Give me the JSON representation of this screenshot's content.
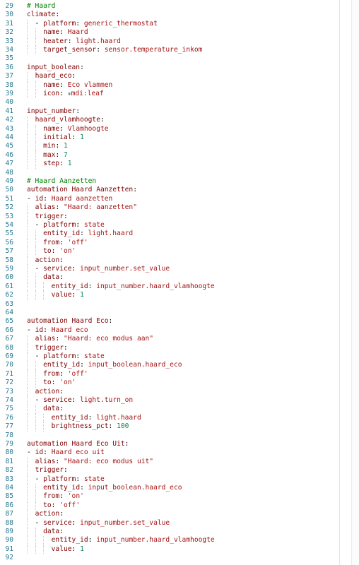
{
  "editor": {
    "lines": [
      {
        "n": "29",
        "t": [
          [
            "c",
            "# Haard"
          ]
        ]
      },
      {
        "n": "30",
        "t": [
          [
            "k",
            "climate"
          ],
          [
            "p",
            ":"
          ]
        ]
      },
      {
        "n": "31",
        "t": [
          [
            "p",
            "  - "
          ],
          [
            "k",
            "platform"
          ],
          [
            "p",
            ": "
          ],
          [
            "s",
            "generic_thermostat"
          ]
        ]
      },
      {
        "n": "32",
        "t": [
          [
            "p",
            "    "
          ],
          [
            "k",
            "name"
          ],
          [
            "p",
            ": "
          ],
          [
            "s",
            "Haard"
          ]
        ]
      },
      {
        "n": "33",
        "t": [
          [
            "p",
            "    "
          ],
          [
            "k",
            "heater"
          ],
          [
            "p",
            ": "
          ],
          [
            "s",
            "light.haard"
          ]
        ]
      },
      {
        "n": "34",
        "t": [
          [
            "p",
            "    "
          ],
          [
            "k",
            "target_sensor"
          ],
          [
            "p",
            ": "
          ],
          [
            "s",
            "sensor.temperature_inkom"
          ]
        ]
      },
      {
        "n": "35",
        "t": []
      },
      {
        "n": "36",
        "t": [
          [
            "k",
            "input_boolean"
          ],
          [
            "p",
            ":"
          ]
        ]
      },
      {
        "n": "37",
        "t": [
          [
            "p",
            "  "
          ],
          [
            "k",
            "haard_eco"
          ],
          [
            "p",
            ":"
          ]
        ]
      },
      {
        "n": "38",
        "t": [
          [
            "p",
            "    "
          ],
          [
            "k",
            "name"
          ],
          [
            "p",
            ": "
          ],
          [
            "s",
            "Eco vlammen"
          ]
        ]
      },
      {
        "n": "39",
        "t": [
          [
            "p",
            "    "
          ],
          [
            "k",
            "icon"
          ],
          [
            "p",
            ": "
          ],
          [
            "s",
            "mdi:leaf"
          ]
        ],
        "leaf": true
      },
      {
        "n": "40",
        "t": []
      },
      {
        "n": "41",
        "t": [
          [
            "k",
            "input_number"
          ],
          [
            "p",
            ":"
          ]
        ]
      },
      {
        "n": "42",
        "t": [
          [
            "p",
            "  "
          ],
          [
            "k",
            "haard_vlamhoogte"
          ],
          [
            "p",
            ":"
          ]
        ]
      },
      {
        "n": "43",
        "t": [
          [
            "p",
            "    "
          ],
          [
            "k",
            "name"
          ],
          [
            "p",
            ": "
          ],
          [
            "s",
            "Vlamhoogte"
          ]
        ]
      },
      {
        "n": "44",
        "t": [
          [
            "p",
            "    "
          ],
          [
            "k",
            "initial"
          ],
          [
            "p",
            ": "
          ],
          [
            "n",
            "1"
          ]
        ]
      },
      {
        "n": "45",
        "t": [
          [
            "p",
            "    "
          ],
          [
            "k",
            "min"
          ],
          [
            "p",
            ": "
          ],
          [
            "n",
            "1"
          ]
        ]
      },
      {
        "n": "46",
        "t": [
          [
            "p",
            "    "
          ],
          [
            "k",
            "max"
          ],
          [
            "p",
            ": "
          ],
          [
            "n",
            "7"
          ]
        ]
      },
      {
        "n": "47",
        "t": [
          [
            "p",
            "    "
          ],
          [
            "k",
            "step"
          ],
          [
            "p",
            ": "
          ],
          [
            "n",
            "1"
          ]
        ]
      },
      {
        "n": "48",
        "t": []
      },
      {
        "n": "49",
        "t": [
          [
            "c",
            "# Haard Aanzetten"
          ]
        ]
      },
      {
        "n": "50",
        "t": [
          [
            "k",
            "automation Haard Aanzetten"
          ],
          [
            "p",
            ":"
          ]
        ]
      },
      {
        "n": "51",
        "t": [
          [
            "p",
            "- "
          ],
          [
            "k",
            "id"
          ],
          [
            "p",
            ": "
          ],
          [
            "s",
            "Haard aanzetten"
          ]
        ]
      },
      {
        "n": "52",
        "t": [
          [
            "p",
            "  "
          ],
          [
            "k",
            "alias"
          ],
          [
            "p",
            ": "
          ],
          [
            "s",
            "\"Haard: aanzetten\""
          ]
        ]
      },
      {
        "n": "53",
        "t": [
          [
            "p",
            "  "
          ],
          [
            "k",
            "trigger"
          ],
          [
            "p",
            ":"
          ]
        ]
      },
      {
        "n": "54",
        "t": [
          [
            "p",
            "  - "
          ],
          [
            "k",
            "platform"
          ],
          [
            "p",
            ": "
          ],
          [
            "s",
            "state"
          ]
        ]
      },
      {
        "n": "55",
        "t": [
          [
            "p",
            "    "
          ],
          [
            "k",
            "entity_id"
          ],
          [
            "p",
            ": "
          ],
          [
            "s",
            "light.haard"
          ]
        ]
      },
      {
        "n": "56",
        "t": [
          [
            "p",
            "    "
          ],
          [
            "k",
            "from"
          ],
          [
            "p",
            ": "
          ],
          [
            "s",
            "'off'"
          ]
        ]
      },
      {
        "n": "57",
        "t": [
          [
            "p",
            "    "
          ],
          [
            "k",
            "to"
          ],
          [
            "p",
            ": "
          ],
          [
            "s",
            "'on'"
          ]
        ]
      },
      {
        "n": "58",
        "t": [
          [
            "p",
            "  "
          ],
          [
            "k",
            "action"
          ],
          [
            "p",
            ":"
          ]
        ]
      },
      {
        "n": "59",
        "t": [
          [
            "p",
            "  - "
          ],
          [
            "k",
            "service"
          ],
          [
            "p",
            ": "
          ],
          [
            "s",
            "input_number.set_value"
          ]
        ]
      },
      {
        "n": "60",
        "t": [
          [
            "p",
            "    "
          ],
          [
            "k",
            "data"
          ],
          [
            "p",
            ":"
          ]
        ]
      },
      {
        "n": "61",
        "t": [
          [
            "p",
            "      "
          ],
          [
            "k",
            "entity_id"
          ],
          [
            "p",
            ": "
          ],
          [
            "s",
            "input_number.haard_vlamhoogte"
          ]
        ]
      },
      {
        "n": "62",
        "t": [
          [
            "p",
            "      "
          ],
          [
            "k",
            "value"
          ],
          [
            "p",
            ": "
          ],
          [
            "n",
            "1"
          ]
        ]
      },
      {
        "n": "63",
        "t": []
      },
      {
        "n": "64",
        "t": []
      },
      {
        "n": "65",
        "t": [
          [
            "k",
            "automation Haard Eco"
          ],
          [
            "p",
            ":"
          ]
        ]
      },
      {
        "n": "66",
        "t": [
          [
            "p",
            "- "
          ],
          [
            "k",
            "id"
          ],
          [
            "p",
            ": "
          ],
          [
            "s",
            "Haard eco"
          ]
        ]
      },
      {
        "n": "67",
        "t": [
          [
            "p",
            "  "
          ],
          [
            "k",
            "alias"
          ],
          [
            "p",
            ": "
          ],
          [
            "s",
            "\"Haard: eco modus aan\""
          ]
        ]
      },
      {
        "n": "68",
        "t": [
          [
            "p",
            "  "
          ],
          [
            "k",
            "trigger"
          ],
          [
            "p",
            ":"
          ]
        ]
      },
      {
        "n": "69",
        "t": [
          [
            "p",
            "  - "
          ],
          [
            "k",
            "platform"
          ],
          [
            "p",
            ": "
          ],
          [
            "s",
            "state"
          ]
        ]
      },
      {
        "n": "70",
        "t": [
          [
            "p",
            "    "
          ],
          [
            "k",
            "entity_id"
          ],
          [
            "p",
            ": "
          ],
          [
            "s",
            "input_boolean.haard_eco"
          ]
        ]
      },
      {
        "n": "71",
        "t": [
          [
            "p",
            "    "
          ],
          [
            "k",
            "from"
          ],
          [
            "p",
            ": "
          ],
          [
            "s",
            "'off'"
          ]
        ]
      },
      {
        "n": "72",
        "t": [
          [
            "p",
            "    "
          ],
          [
            "k",
            "to"
          ],
          [
            "p",
            ": "
          ],
          [
            "s",
            "'on'"
          ]
        ]
      },
      {
        "n": "73",
        "t": [
          [
            "p",
            "  "
          ],
          [
            "k",
            "action"
          ],
          [
            "p",
            ":"
          ]
        ]
      },
      {
        "n": "74",
        "t": [
          [
            "p",
            "  - "
          ],
          [
            "k",
            "service"
          ],
          [
            "p",
            ": "
          ],
          [
            "s",
            "light.turn_on"
          ]
        ]
      },
      {
        "n": "75",
        "t": [
          [
            "p",
            "    "
          ],
          [
            "k",
            "data"
          ],
          [
            "p",
            ":"
          ]
        ]
      },
      {
        "n": "76",
        "t": [
          [
            "p",
            "      "
          ],
          [
            "k",
            "entity_id"
          ],
          [
            "p",
            ": "
          ],
          [
            "s",
            "light.haard"
          ]
        ]
      },
      {
        "n": "77",
        "t": [
          [
            "p",
            "      "
          ],
          [
            "k",
            "brightness_pct"
          ],
          [
            "p",
            ": "
          ],
          [
            "n",
            "100"
          ]
        ]
      },
      {
        "n": "78",
        "t": []
      },
      {
        "n": "79",
        "t": [
          [
            "k",
            "automation Haard Eco Uit"
          ],
          [
            "p",
            ":"
          ]
        ]
      },
      {
        "n": "80",
        "t": [
          [
            "p",
            "- "
          ],
          [
            "k",
            "id"
          ],
          [
            "p",
            ": "
          ],
          [
            "s",
            "Haard eco uit"
          ]
        ]
      },
      {
        "n": "81",
        "t": [
          [
            "p",
            "  "
          ],
          [
            "k",
            "alias"
          ],
          [
            "p",
            ": "
          ],
          [
            "s",
            "\"Haard: eco modus uit\""
          ]
        ]
      },
      {
        "n": "82",
        "t": [
          [
            "p",
            "  "
          ],
          [
            "k",
            "trigger"
          ],
          [
            "p",
            ":"
          ]
        ]
      },
      {
        "n": "83",
        "t": [
          [
            "p",
            "  - "
          ],
          [
            "k",
            "platform"
          ],
          [
            "p",
            ": "
          ],
          [
            "s",
            "state"
          ]
        ]
      },
      {
        "n": "84",
        "t": [
          [
            "p",
            "    "
          ],
          [
            "k",
            "entity_id"
          ],
          [
            "p",
            ": "
          ],
          [
            "s",
            "input_boolean.haard_eco"
          ]
        ]
      },
      {
        "n": "85",
        "t": [
          [
            "p",
            "    "
          ],
          [
            "k",
            "from"
          ],
          [
            "p",
            ": "
          ],
          [
            "s",
            "'on'"
          ]
        ]
      },
      {
        "n": "86",
        "t": [
          [
            "p",
            "    "
          ],
          [
            "k",
            "to"
          ],
          [
            "p",
            ": "
          ],
          [
            "s",
            "'off'"
          ]
        ]
      },
      {
        "n": "87",
        "t": [
          [
            "p",
            "  "
          ],
          [
            "k",
            "action"
          ],
          [
            "p",
            ":"
          ]
        ]
      },
      {
        "n": "88",
        "t": [
          [
            "p",
            "  - "
          ],
          [
            "k",
            "service"
          ],
          [
            "p",
            ": "
          ],
          [
            "s",
            "input_number.set_value"
          ]
        ]
      },
      {
        "n": "89",
        "t": [
          [
            "p",
            "    "
          ],
          [
            "k",
            "data"
          ],
          [
            "p",
            ":"
          ]
        ]
      },
      {
        "n": "90",
        "t": [
          [
            "p",
            "      "
          ],
          [
            "k",
            "entity_id"
          ],
          [
            "p",
            ": "
          ],
          [
            "s",
            "input_number.haard_vlamhoogte"
          ]
        ]
      },
      {
        "n": "91",
        "t": [
          [
            "p",
            "      "
          ],
          [
            "k",
            "value"
          ],
          [
            "p",
            ": "
          ],
          [
            "n",
            "1"
          ]
        ]
      },
      {
        "n": "92",
        "t": []
      }
    ]
  },
  "colors": {
    "line_number": "#237893",
    "key": "#800000",
    "string": "#a31515",
    "number": "#098658",
    "comment": "#008000",
    "background": "#ffffff"
  },
  "icons": {
    "leaf": "leaf-icon"
  }
}
